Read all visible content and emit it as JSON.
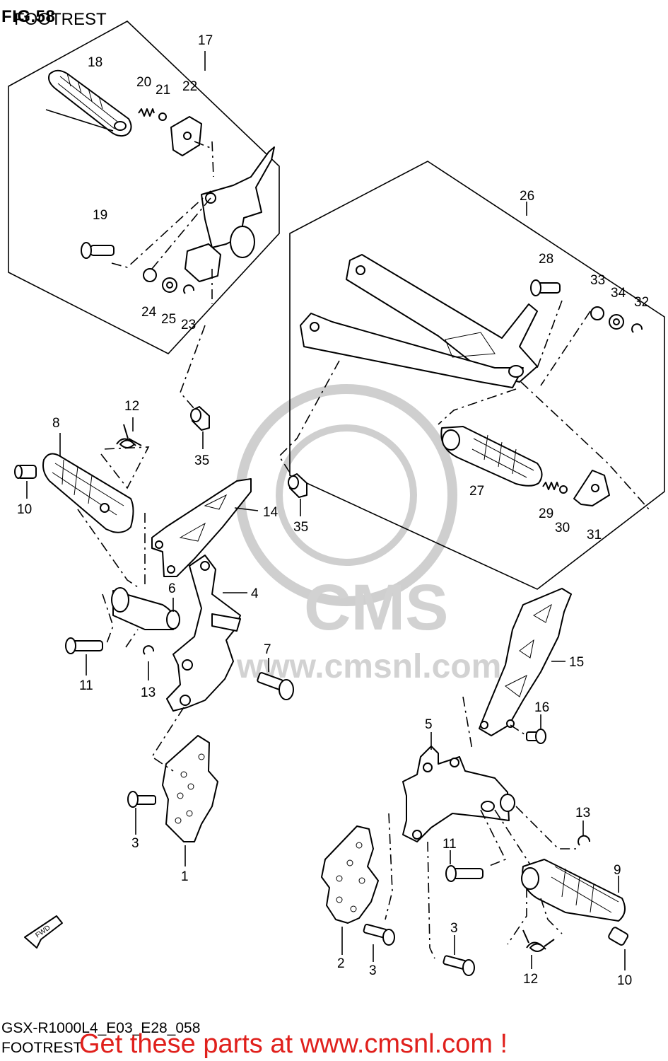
{
  "figure": {
    "number": "FIG.58",
    "title": "FOOTREST",
    "drawing_code": "GSX-R1000L4_E03_E28_058",
    "footer_title": "FOOTREST"
  },
  "banner": "Get these parts at www.cmsnl.com !",
  "watermark": {
    "brand": "CMS",
    "url": "www.cmsnl.com"
  },
  "direction_badge": "FWD",
  "callouts": {
    "c1": "1",
    "c2": "2",
    "c3a": "3",
    "c3b": "3",
    "c3c": "3",
    "c4": "4",
    "c5": "5",
    "c6": "6",
    "c7": "7",
    "c8": "8",
    "c9": "9",
    "c10a": "10",
    "c10b": "10",
    "c11a": "11",
    "c11b": "11",
    "c12a": "12",
    "c12b": "12",
    "c13a": "13",
    "c13b": "13",
    "c14": "14",
    "c15": "15",
    "c16": "16",
    "c17": "17",
    "c18": "18",
    "c19": "19",
    "c20": "20",
    "c21": "21",
    "c22": "22",
    "c23": "23",
    "c24": "24",
    "c25": "25",
    "c26": "26",
    "c27": "27",
    "c28": "28",
    "c29": "29",
    "c30": "30",
    "c31": "31",
    "c32": "32",
    "c33": "33",
    "c34": "34",
    "c35a": "35",
    "c35b": "35"
  },
  "colors": {
    "banner": "#e0201c",
    "line": "#000000",
    "watermark": "#cfcfcf"
  }
}
